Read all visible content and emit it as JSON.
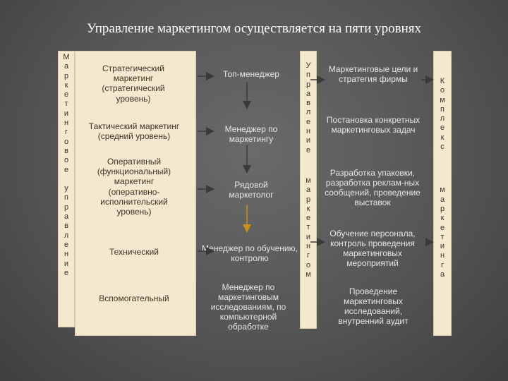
{
  "title": "Управление маркетингом осуществляется на пяти уровнях",
  "left_vertical": [
    "М",
    "а",
    "р",
    "к",
    "е",
    "т",
    "и",
    "н",
    "г",
    "о",
    "в",
    "о",
    "е",
    "",
    "у",
    "п",
    "р",
    "а",
    "в",
    "л",
    "е",
    "н",
    "и",
    "е"
  ],
  "middle_vertical_top": [
    "У",
    "п",
    "р",
    "а",
    "в",
    "л",
    "е",
    "н",
    "и",
    "е"
  ],
  "middle_vertical_bottom": [
    "м",
    "а",
    "р",
    "к",
    "е",
    "т",
    "и",
    "н",
    "г",
    "о",
    "м"
  ],
  "right_vertical_top": [
    "К",
    "о",
    "м",
    "п",
    "л",
    "е",
    "к",
    "с"
  ],
  "right_vertical_bottom": [
    "м",
    "а",
    "р",
    "к",
    "е",
    "т",
    "и",
    "н",
    "г",
    "а"
  ],
  "levels": [
    {
      "level": "Стратегический маркетинг (стратегический уровень)",
      "manager": "Топ-менеджер",
      "tasks": "Маркетинговые цели и стратегия фирмы"
    },
    {
      "level": "Тактический маркетинг (средний уровень)",
      "manager": "Менеджер по маркетингу",
      "tasks": "Постановка конкретных маркетинговых задач"
    },
    {
      "level": "Оперативный (функциональный) маркетинг (оперативно-исполнительский уровень)",
      "manager": "Рядовой маркетолог",
      "tasks": "Разработка упаковки, разработка реклам-ных сообщений, проведение выставок"
    },
    {
      "level": "Технический",
      "manager": "Менеджер по обучению, контролю",
      "tasks": "Обучение персонала, контроль проведения маркетинговых мероприятий"
    },
    {
      "level": "Вспомогательный",
      "manager": "Менеджер по маркетинговым исследованиям, по компьютерной обработке",
      "tasks": "Проведение маркетинговых исследований, внутренний аудит"
    }
  ],
  "colors": {
    "panel": "#f4e9cf",
    "arrow_gray": "#3a3a3a",
    "arrow_orange": "#c8901a",
    "text_dark": "#3d3226",
    "text_light": "#e6e6e6"
  }
}
